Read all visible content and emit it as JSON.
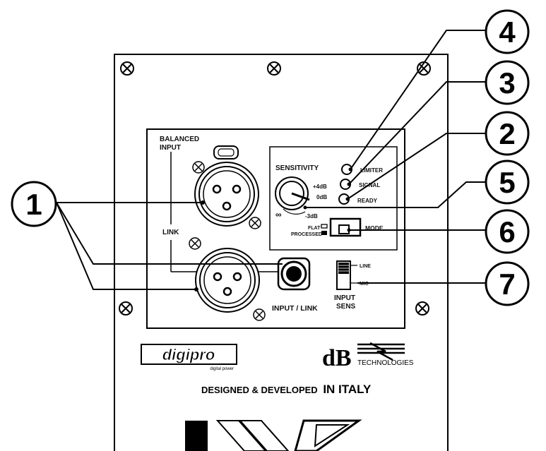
{
  "panel": {
    "balanced_input_line1": "BALANCED",
    "balanced_input_line2": "INPUT",
    "link": "LINK",
    "sensitivity": "SENSITIVITY",
    "plus4db": "+4dB",
    "zerodb": "0dB",
    "minus3db": "-3dB",
    "infinity": "∞",
    "limiter": "LIMITER",
    "signal": "SIGNAL",
    "ready": "READY",
    "flat": "FLAT",
    "processed": "PROCESSED",
    "mode": "MODE",
    "line": "LINE",
    "mic": "MIC",
    "input_link": "INPUT / LINK",
    "input_sens_line1": "INPUT",
    "input_sens_line2": "SENS"
  },
  "logos": {
    "digipro": "digipro",
    "digipro_sub": "digital power",
    "db": "dB",
    "technologies": "TECHNOLOGIES"
  },
  "footer": {
    "designed_prefix": "DESIGNED & DEVELOPED",
    "designed_suffix": "IN ITALY"
  },
  "callouts": [
    "4",
    "3",
    "2",
    "5",
    "6",
    "7",
    "1"
  ]
}
